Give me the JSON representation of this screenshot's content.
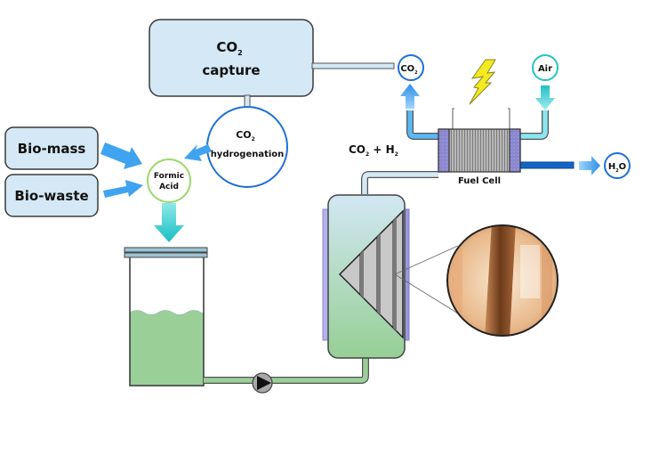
{
  "diagram": {
    "title": "Formic acid based hydrogen fuel cell system",
    "co2_capture": {
      "line1": "CO",
      "sub": "2",
      "line2": "capture"
    },
    "co2_hydrogenation": {
      "line1": "CO",
      "sub": "2",
      "line2": "hydrogenation"
    },
    "biomass": {
      "label": "Bio-mass"
    },
    "biowaste": {
      "label": "Bio-waste"
    },
    "formic_acid": {
      "line1": "Formic",
      "line2": "Acid"
    },
    "gas_stream": {
      "a": "CO",
      "a_sub": "2",
      "plus": " + ",
      "b": "H",
      "b_sub": "2"
    },
    "fuel_cell": {
      "label": "Fuel Cell"
    },
    "co2_out": {
      "main": "CO",
      "sub": "2"
    },
    "air_in": {
      "label": "Air"
    },
    "h2o_out": {
      "a": "H",
      "sub": "2",
      "b": "O"
    },
    "components": {
      "tank": "formic-acid-tank",
      "pump": "pump",
      "reactor": "catalytic-reactor",
      "magnifier": "catalyst-close-up",
      "electricity": "lightning-bolt"
    },
    "tank_fill_fraction": 0.5,
    "colors": {
      "box_fill": "#d4e8f5",
      "box_stroke": "#3a3a3a",
      "blue_circle": "#1f6fd6",
      "green_circle": "#9bd86a",
      "cyan_circle": "#22c4c4",
      "arrow_blue": "#3fa3f0",
      "arrow_teal": "#1ec6c6",
      "liquid": "#9bcf98",
      "pipe_light": "#cfe6f3",
      "pipe_dark_blue": "#1464c4",
      "electrode": "#8c86cc",
      "bolt": "#f4ea20"
    }
  }
}
